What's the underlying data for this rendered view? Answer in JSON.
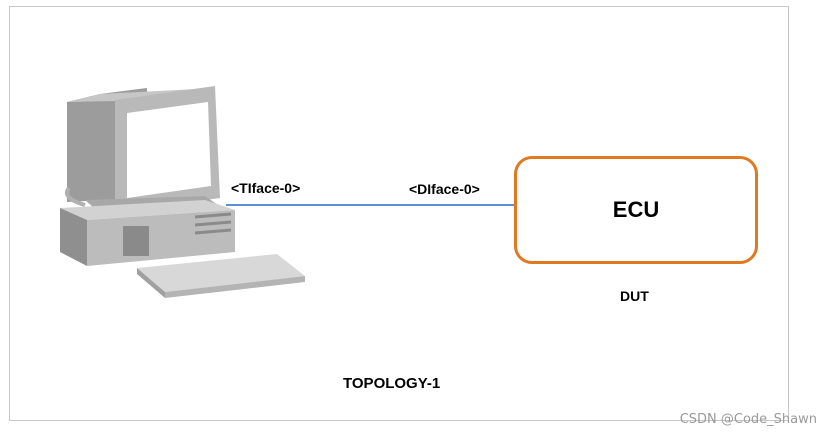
{
  "labels": {
    "terminal_interface": "<TIface-0>",
    "dut_interface": "<DIface-0>",
    "ecu": "ECU",
    "dut": "DUT",
    "topology": "TOPOLOGY-1"
  },
  "watermark": "CSDN @Code_Shawn",
  "icons": {
    "computer": "desktop-computer-icon"
  },
  "colors": {
    "ecu_border": "#e07a22",
    "link": "#5b8fd6",
    "frame": "#c8c8c8"
  }
}
